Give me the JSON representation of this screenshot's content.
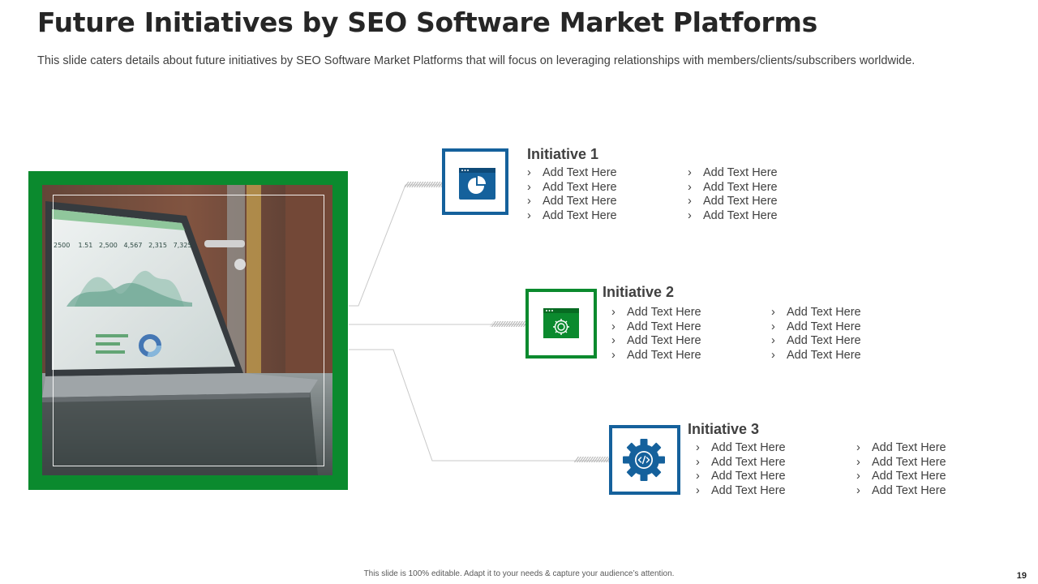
{
  "slide": {
    "title": "Future Initiatives by SEO Software Market Platforms",
    "subtitle": "This slide caters details about future initiatives by SEO Software Market Platforms that will focus on leveraging relationships with members/clients/subscribers  worldwide.",
    "footer_note": "This slide is 100% editable. Adapt it to your needs & capture your audience’s attention.",
    "page_number": "19"
  },
  "colors": {
    "green": "#0b8a2e",
    "blue": "#15619c",
    "text": "#404040",
    "title": "#262626"
  },
  "photo": {
    "description_icon": "laptop-analytics-photo",
    "screen_numbers": [
      "2500",
      "1.51",
      "2,500",
      "4,567",
      "2,315",
      "7,325"
    ]
  },
  "initiatives": [
    {
      "title": "Initiative 1",
      "icon": "pie-chart-window-icon",
      "col1": [
        "Add Text Here",
        "Add Text Here",
        "Add Text Here",
        "Add Text Here"
      ],
      "col2": [
        "Add Text Here",
        "Add Text Here",
        "Add Text Here",
        "Add Text Here"
      ]
    },
    {
      "title": "Initiative 2",
      "icon": "gear-window-icon",
      "col1": [
        "Add Text Here",
        "Add Text Here",
        "Add Text Here",
        "Add Text Here"
      ],
      "col2": [
        "Add Text Here",
        "Add Text Here",
        "Add Text Here",
        "Add Text Here"
      ]
    },
    {
      "title": "Initiative 3",
      "icon": "code-gear-icon",
      "col1": [
        "Add Text Here",
        "Add Text Here",
        "Add Text Here",
        "Add Text Here"
      ],
      "col2": [
        "Add Text Here",
        "Add Text Here",
        "Add Text Here",
        "Add Text Here"
      ]
    }
  ]
}
